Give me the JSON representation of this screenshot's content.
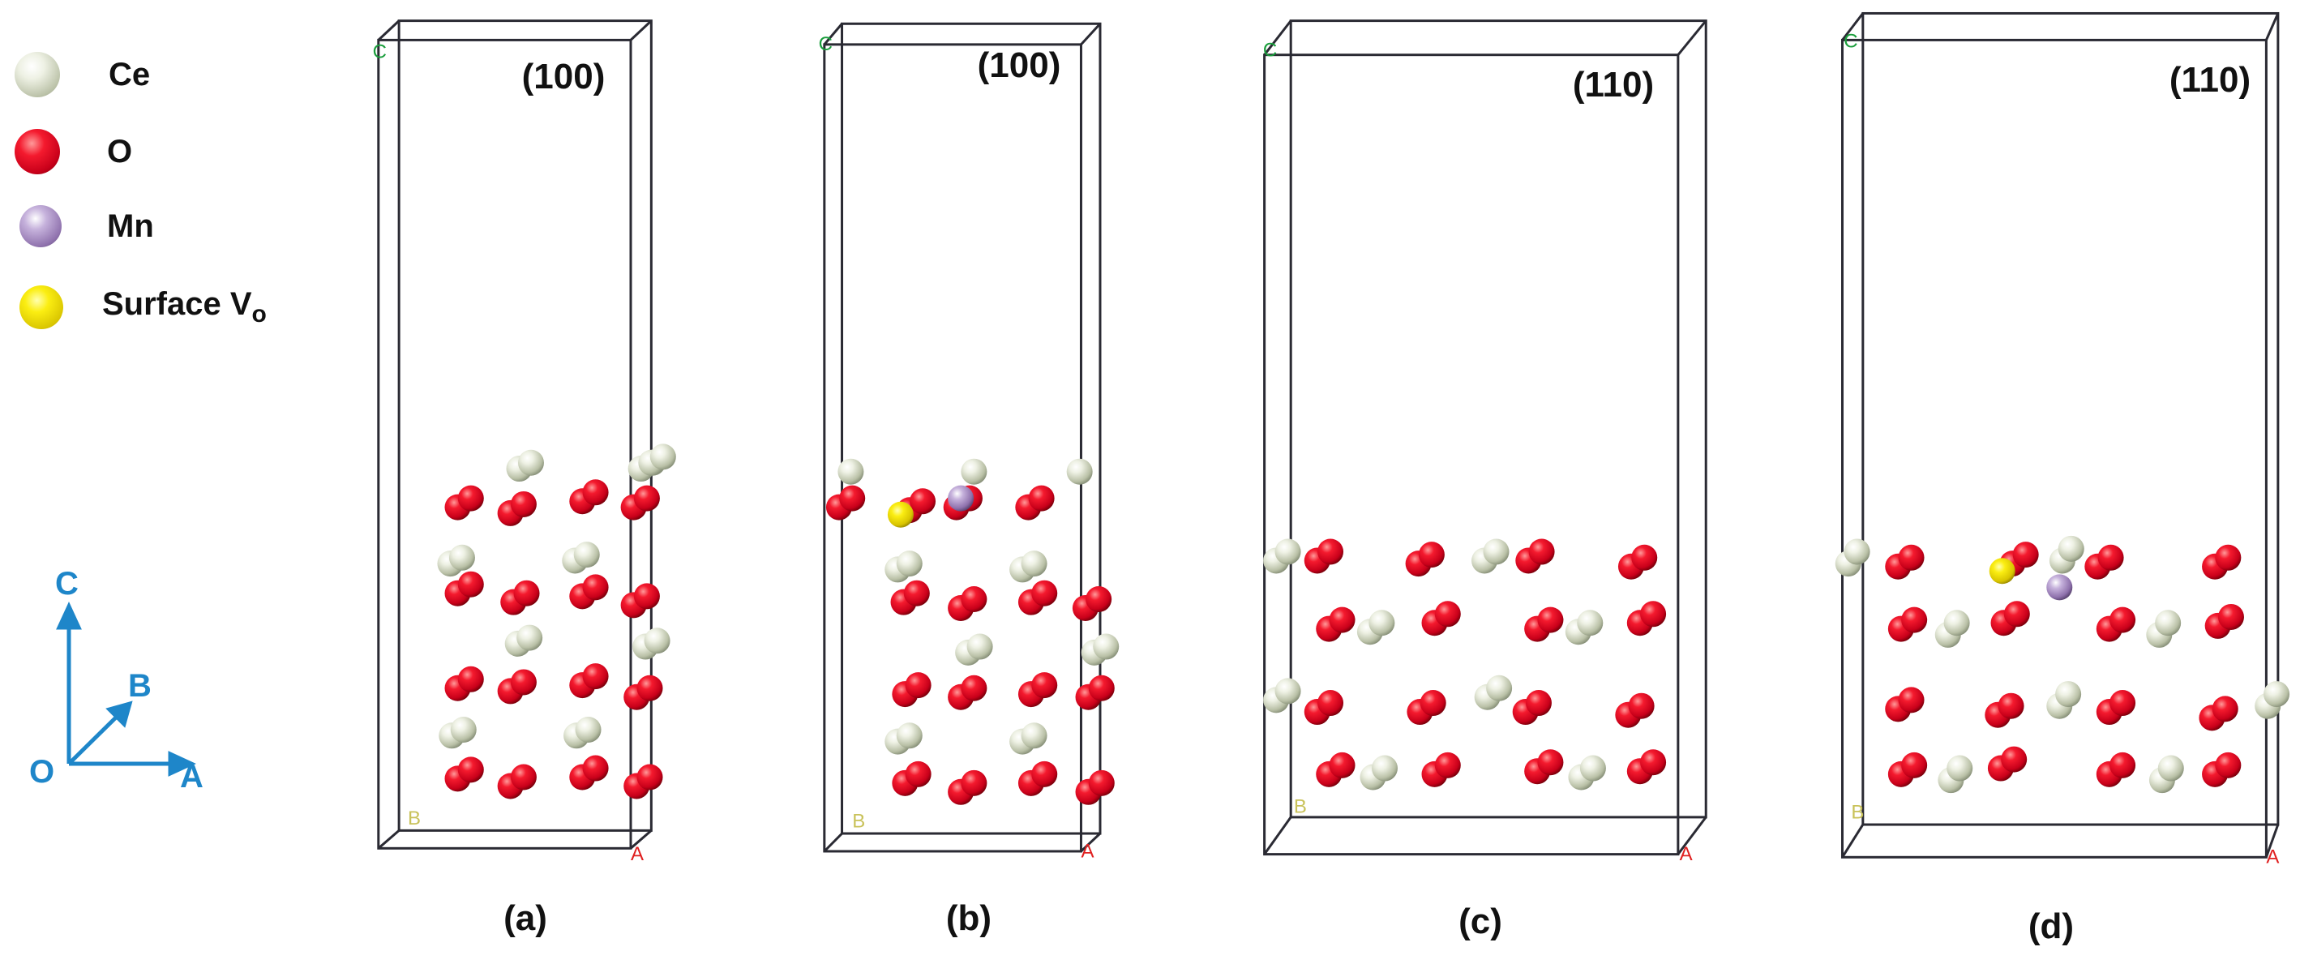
{
  "legend": [
    {
      "label": "Ce",
      "sub": "",
      "icon": "ce-atom-icon",
      "color": "#e8ecdc"
    },
    {
      "label": "O",
      "sub": "",
      "icon": "o-atom-icon",
      "color": "#e4001b"
    },
    {
      "label": "Mn",
      "sub": "",
      "icon": "mn-atom-icon",
      "color": "#9b7fb8"
    },
    {
      "label": "Surface V",
      "sub": "o",
      "icon": "vacancy-atom-icon",
      "color": "#f4e300"
    }
  ],
  "axes": {
    "c": "C",
    "b": "B",
    "a": "A",
    "origin": "O",
    "color": "#1e86c9"
  },
  "panels": [
    {
      "id": "a",
      "caption": "(a)",
      "facet": "(100)",
      "c_label": "C",
      "b_label": "B",
      "a_label": "A"
    },
    {
      "id": "b",
      "caption": "(b)",
      "facet": "(100)",
      "c_label": "C",
      "b_label": "B",
      "a_label": "A"
    },
    {
      "id": "c",
      "caption": "(c)",
      "facet": "(110)",
      "c_label": "C",
      "b_label": "B",
      "a_label": "A"
    },
    {
      "id": "d",
      "caption": "(d)",
      "facet": "(110)",
      "c_label": "C",
      "b_label": "B",
      "a_label": "A"
    }
  ]
}
